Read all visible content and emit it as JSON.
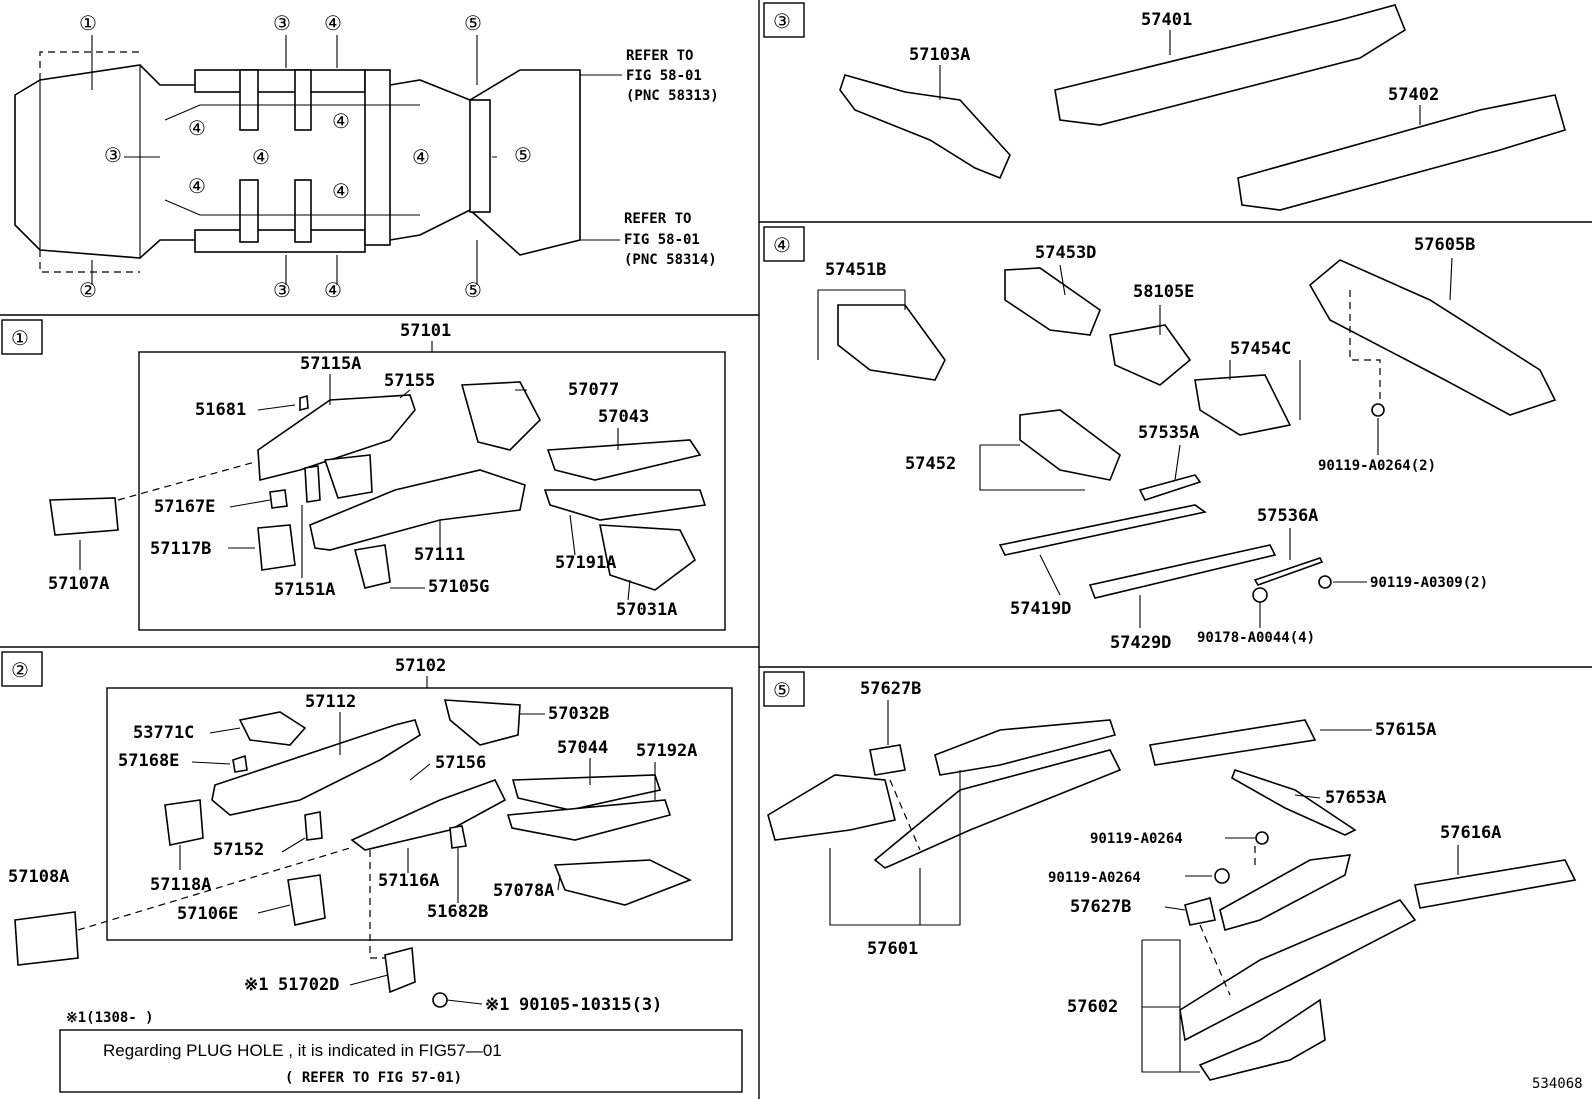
{
  "overview": {
    "callouts": [
      "①",
      "③",
      "④",
      "⑤",
      "③",
      "④",
      "④",
      "④",
      "⑤",
      "④",
      "④",
      "④",
      "②",
      "③",
      "④",
      "⑤"
    ],
    "refer_top": [
      "REFER TO",
      "FIG 58-01",
      "(PNC 58313)"
    ],
    "refer_bottom": [
      "REFER TO",
      "FIG 58-01",
      "(PNC 58314)"
    ]
  },
  "sections": {
    "s1": {
      "tag": "①",
      "group": "57101",
      "parts": [
        "57115A",
        "57155",
        "51681",
        "57077",
        "57043",
        "57167E",
        "57107A",
        "57117B",
        "57111",
        "57151A",
        "57105G",
        "57191A",
        "57031A"
      ]
    },
    "s2": {
      "tag": "②",
      "group": "57102",
      "parts": [
        "57112",
        "53771C",
        "57168E",
        "57032B",
        "57044",
        "57192A",
        "57156",
        "57152",
        "57118A",
        "57108A",
        "57116A",
        "51682B",
        "57078A",
        "57106E"
      ],
      "fasteners": [
        "51702D",
        "90105-10315(3)"
      ],
      "mark": "※1",
      "date_note": "※1(1308-      )",
      "note_line1": "Regarding   PLUG  HOLE  , it  is  indicated   in  FIG57—01",
      "note_line2": "( REFER TO FIG 57-01)"
    },
    "s3": {
      "tag": "③",
      "parts": [
        "57401",
        "57103A",
        "57402"
      ]
    },
    "s4": {
      "tag": "④",
      "parts": [
        "57451B",
        "57453D",
        "57605B",
        "58105E",
        "57454C",
        "57452",
        "57535A",
        "57536A",
        "57419D",
        "57429D"
      ],
      "fasteners": [
        "90119-A0264(2)",
        "90119-A0309(2)",
        "90178-A0044(4)"
      ]
    },
    "s5": {
      "tag": "⑤",
      "parts": [
        "57627B",
        "57615A",
        "57653A",
        "57616A",
        "57601",
        "57627B",
        "57602"
      ],
      "fasteners": [
        "90119-A0264",
        "90119-A0264"
      ]
    }
  },
  "illustration_id": "534068"
}
